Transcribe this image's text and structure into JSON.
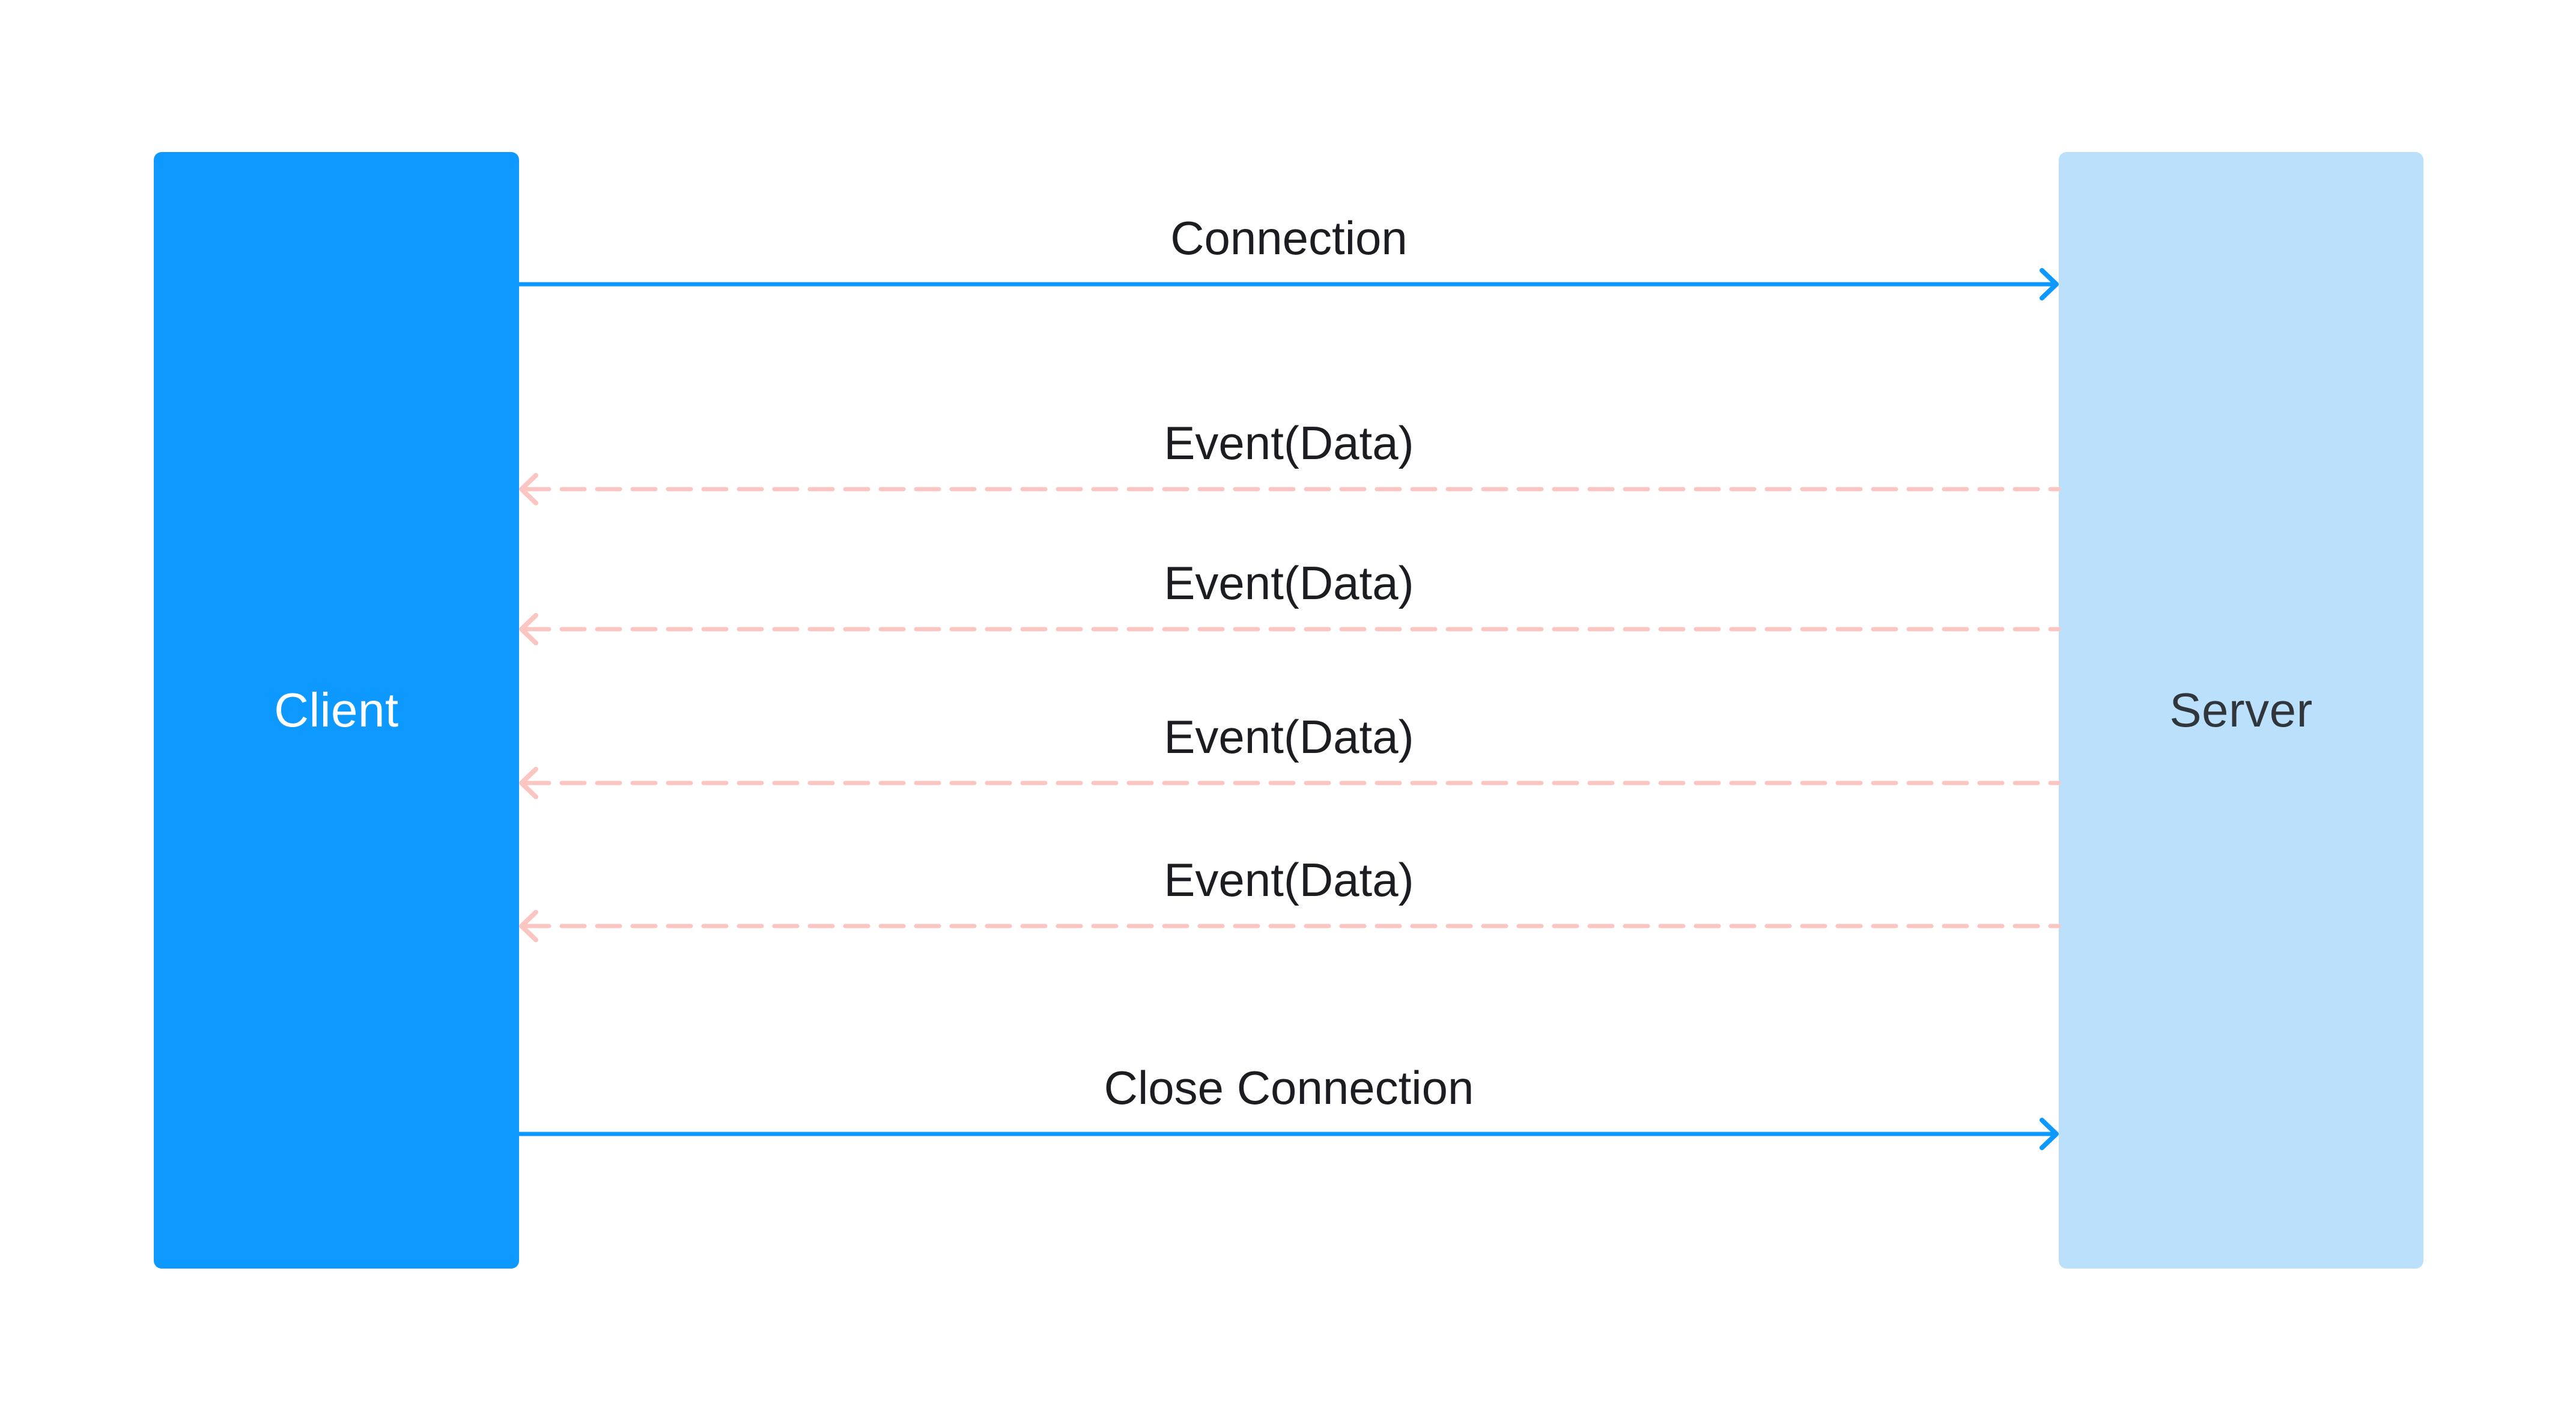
{
  "diagram": {
    "type": "sequence",
    "nodes": {
      "client": {
        "label": "Client"
      },
      "server": {
        "label": "Server"
      }
    },
    "messages": [
      {
        "label": "Connection",
        "from": "client",
        "to": "server",
        "style": "solid"
      },
      {
        "label": "Event(Data)",
        "from": "server",
        "to": "client",
        "style": "dashed"
      },
      {
        "label": "Event(Data)",
        "from": "server",
        "to": "client",
        "style": "dashed"
      },
      {
        "label": "Event(Data)",
        "from": "server",
        "to": "client",
        "style": "dashed"
      },
      {
        "label": "Event(Data)",
        "from": "server",
        "to": "client",
        "style": "dashed"
      },
      {
        "label": "Close Connection",
        "from": "client",
        "to": "server",
        "style": "solid"
      }
    ],
    "colors": {
      "background": "#FFFFFF",
      "client_fill": "#0D99FF",
      "server_fill": "#BBE0FC",
      "solid_arrow": "#0D99FF",
      "dashed_arrow": "#FBC6C1",
      "message_text": "#1B1D21",
      "client_text": "#FFFFFF",
      "server_text": "#31363C"
    }
  }
}
